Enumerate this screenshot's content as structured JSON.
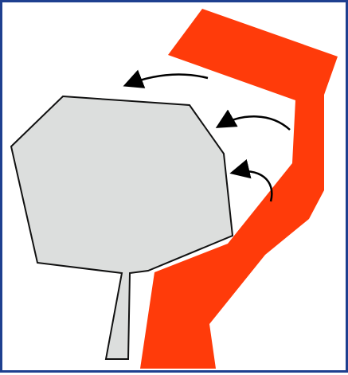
{
  "diagram": {
    "colors": {
      "frame_border": "#1e3f8f",
      "shape_fill": "#dcdedd",
      "shape_stroke": "#111111",
      "band_fill": "#ff3b0a",
      "arrow_stroke": "#000000"
    },
    "shapes": {
      "gray_shape": "gray-hexagon-shape-with-stem",
      "orange_band": "orange-bent-band"
    },
    "arrows": {
      "count": 3,
      "direction": "toward-gray-shape"
    }
  }
}
